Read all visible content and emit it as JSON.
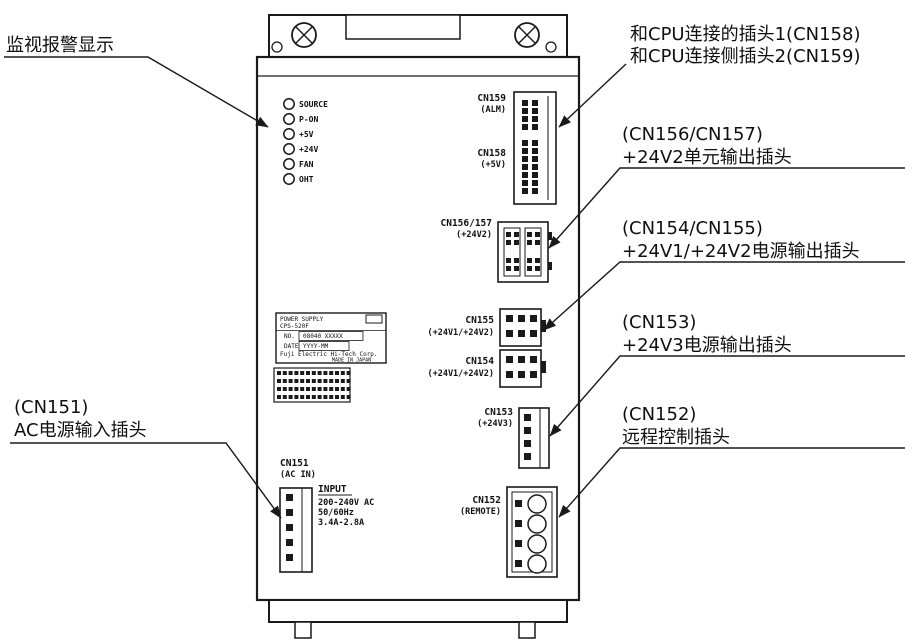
{
  "callouts": {
    "alarm": {
      "label": "监视报警显示"
    },
    "cpu": {
      "line1": "和CPU连接的插头1(CN158)",
      "line2": "和CPU连接侧插头2(CN159)"
    },
    "cn156": {
      "title": "(CN156/CN157)",
      "desc": "+24V2单元输出插头"
    },
    "cn154": {
      "title": "(CN154/CN155)",
      "desc": "+24V1/+24V2电源输出插头"
    },
    "cn153": {
      "title": "(CN153)",
      "desc": "+24V3电源输出插头"
    },
    "cn152": {
      "title": "(CN152)",
      "desc": "远程控制插头"
    },
    "cn151": {
      "title": "(CN151)",
      "desc": "AC电源输入插头"
    }
  },
  "device": {
    "leds": {
      "items": [
        {
          "label": "SOURCE"
        },
        {
          "label": "P-ON"
        },
        {
          "label": "+5V"
        },
        {
          "label": "+24V"
        },
        {
          "label": "FAN"
        },
        {
          "label": "OHT"
        }
      ]
    },
    "connectors": {
      "cn159": {
        "name": "CN159",
        "sub": "(ALM)"
      },
      "cn158": {
        "name": "CN158",
        "sub": "(+5V)"
      },
      "cn156": {
        "name": "CN156/157",
        "sub": "(+24V2)"
      },
      "cn155": {
        "name": "CN155",
        "sub": "(+24V1/+24V2)"
      },
      "cn154": {
        "name": "CN154",
        "sub": "(+24V1/+24V2)"
      },
      "cn153": {
        "name": "CN153",
        "sub": "(+24V3)"
      },
      "cn152": {
        "name": "CN152",
        "sub": "(REMOTE)"
      },
      "cn151": {
        "name": "CN151",
        "sub": "(AC IN)"
      }
    },
    "input_spec": {
      "title": "INPUT",
      "voltage": "200-240V AC",
      "frequency": "50/60Hz",
      "current": "3.4A-2.8A"
    },
    "nameplate": {
      "product": "POWER SUPPLY",
      "model": "CPS-520F",
      "no_label": "NO.",
      "no_value": "08040 XXXXX",
      "date_label": "DATE",
      "date_value": "YYYY-MM",
      "maker": "Fuji Electric Hi-Tech Corp.",
      "origin": "MADE IN JAPAN"
    }
  },
  "colors": {
    "line": "#1a1a1a",
    "text": "#101010",
    "background": "#ffffff"
  }
}
